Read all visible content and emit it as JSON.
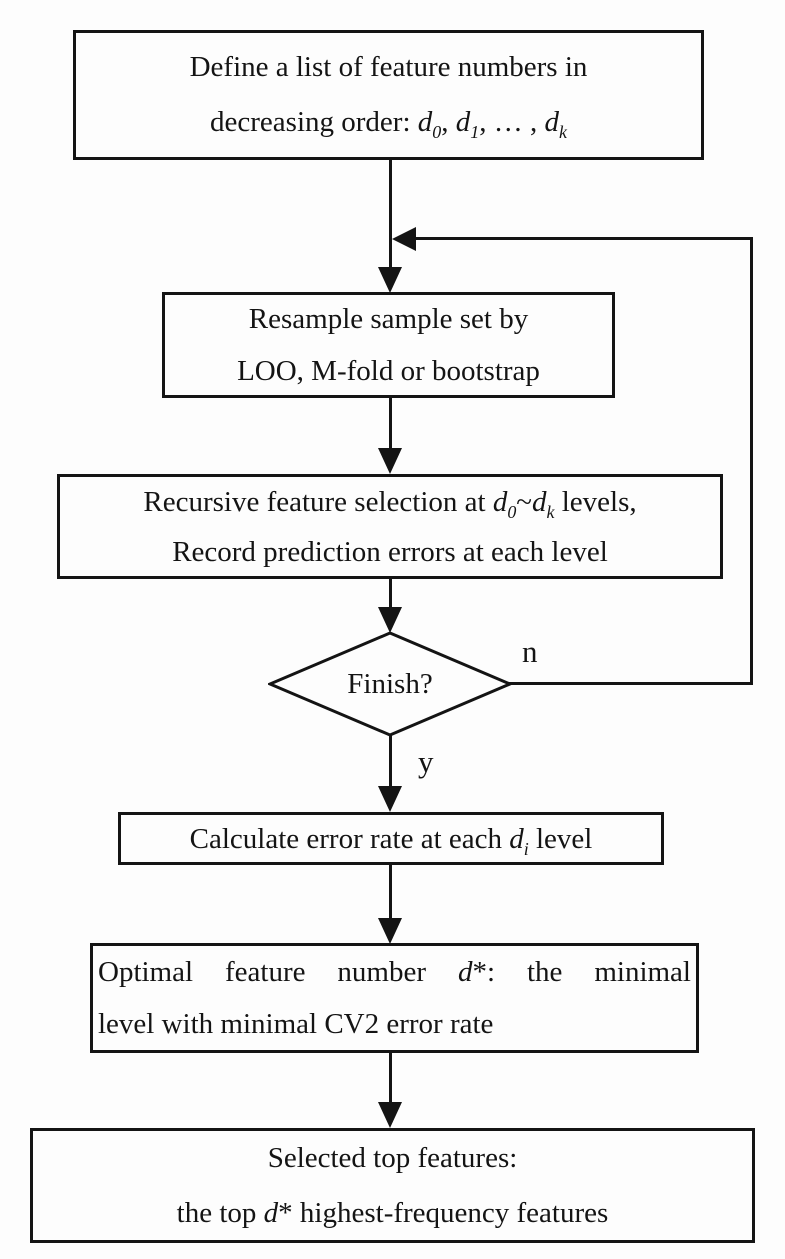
{
  "diagram": {
    "type": "flowchart",
    "colors": {
      "stroke": "#141414",
      "node_fill": "#fdfdfd",
      "background": "#fdfdfd"
    },
    "nodes": {
      "define": {
        "lines": [
          [
            {
              "t": "Define a list of feature numbers in"
            }
          ],
          [
            {
              "t": "decreasing order: "
            },
            {
              "t": "d",
              "i": true
            },
            {
              "t": "0",
              "i": true,
              "sub": true
            },
            {
              "t": ", "
            },
            {
              "t": "d",
              "i": true
            },
            {
              "t": "1",
              "i": true,
              "sub": true
            },
            {
              "t": ", … , "
            },
            {
              "t": "d",
              "i": true
            },
            {
              "t": "k",
              "i": true,
              "sub": true
            }
          ]
        ]
      },
      "resample": {
        "lines": [
          [
            {
              "t": "Resample sample set by"
            }
          ],
          [
            {
              "t": "LOO, M-fold or bootstrap"
            }
          ]
        ]
      },
      "recursive": {
        "lines": [
          [
            {
              "t": "Recursive feature selection at "
            },
            {
              "t": "d",
              "i": true
            },
            {
              "t": "0",
              "i": true,
              "sub": true
            },
            {
              "t": "~"
            },
            {
              "t": "d",
              "i": true
            },
            {
              "t": "k",
              "i": true,
              "sub": true
            },
            {
              "t": " levels,"
            }
          ],
          [
            {
              "t": "Record prediction errors at each level"
            }
          ]
        ]
      },
      "finish": {
        "label": "Finish?"
      },
      "calculate": {
        "lines": [
          [
            {
              "t": "Calculate error rate at each "
            },
            {
              "t": "d",
              "i": true
            },
            {
              "t": "i",
              "i": true,
              "sub": true
            },
            {
              "t": " level"
            }
          ]
        ]
      },
      "optimal": {
        "lines": [
          [
            {
              "t": "Optimal feature number "
            },
            {
              "t": "d",
              "i": true
            },
            {
              "t": "*: the minimal"
            }
          ],
          [
            {
              "t": "level with minimal CV2 error rate"
            }
          ]
        ]
      },
      "selected": {
        "lines": [
          [
            {
              "t": "Selected top features:"
            }
          ],
          [
            {
              "t": "the top "
            },
            {
              "t": "d",
              "i": true
            },
            {
              "t": "* highest-frequency features"
            }
          ]
        ]
      }
    },
    "edge_labels": {
      "no": "n",
      "yes": "y"
    }
  }
}
